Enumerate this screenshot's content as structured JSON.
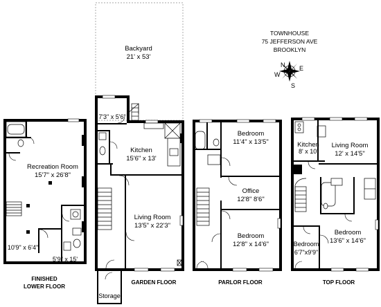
{
  "heading": {
    "line1": "TOWNHOUSE",
    "line2": "75 JEFFERSON AVE",
    "line3": "BROOKLYN"
  },
  "compass": {
    "n": "N",
    "e": "E",
    "s": "S",
    "w": "W"
  },
  "floors": {
    "lower": {
      "caption_line1": "FINISHED",
      "caption_line2": "LOWER FLOOR",
      "rooms": {
        "recreation_name": "Recreation Room",
        "recreation_dims": "15'7\" x 26'8\"",
        "small_a": "10'9\" x 6'4\"",
        "small_b": "5'9\" x 15'"
      }
    },
    "garden": {
      "caption": "GARDEN FLOOR",
      "rooms": {
        "backyard_name": "Backyard",
        "backyard_dims": "21' x 53'",
        "vestibule_dims": "7'3\" x 5'6\"",
        "kitchen_name": "Kitchen",
        "kitchen_dims": "15'6\" x 13'",
        "living_name": "Living Room",
        "living_dims": "13'5\" x 22'3\"",
        "storage_name": "Storage"
      }
    },
    "parlor": {
      "caption": "PARLOR FLOOR",
      "rooms": {
        "bed1_name": "Bedroom",
        "bed1_dims": "11'4\" x 13'5\"",
        "office_name": "Office",
        "office_dims": "12'8\" 8'6\"",
        "bed2_name": "Bedroom",
        "bed2_dims": "12'8\" x 14'6\""
      }
    },
    "top": {
      "caption": "TOP FLOOR",
      "rooms": {
        "kitchen_name": "Kitchen",
        "kitchen_dims": "8' x 10'",
        "living_name": "Living Room",
        "living_dims": "12' x 14'5\"",
        "bed_small_name": "Bedroom",
        "bed_small_dims": "6'7\"x9'9\"",
        "bed_name": "Bedroom",
        "bed_dims": "13'6\" x 14'6\""
      }
    }
  }
}
